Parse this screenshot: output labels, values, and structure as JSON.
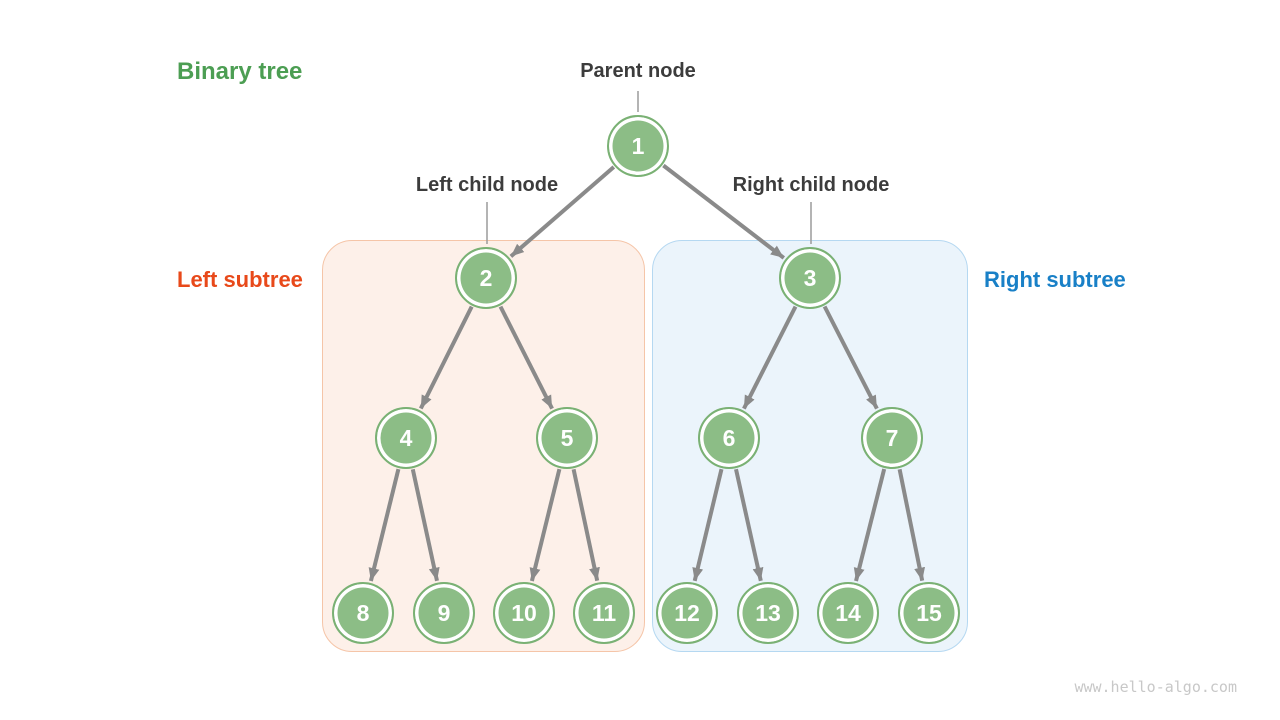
{
  "labels": {
    "title": "Binary tree",
    "parent_node": "Parent node",
    "left_child_node": "Left child node",
    "right_child_node": "Right child node",
    "left_subtree": "Left subtree",
    "right_subtree": "Right subtree"
  },
  "watermark": "www.hello-algo.com",
  "colors": {
    "title_green": "#4c9e53",
    "label_dark": "#3c3c3c",
    "left_subtree_label": "#e8491a",
    "right_subtree_label": "#1980c7",
    "left_box_fill": "#fdf0e9",
    "left_box_border": "#f5c5a8",
    "right_box_fill": "#ebf4fb",
    "right_box_border": "#b5d8f1",
    "node_fill": "#8cbd86",
    "node_border": "#7ab174",
    "node_ring": "#ffffff",
    "edge_gray": "#8a8a8a",
    "watermark_gray": "#c8c8c8"
  },
  "diagram": {
    "type": "binary-tree",
    "nodes": [
      {
        "value": "1"
      },
      {
        "value": "2"
      },
      {
        "value": "3"
      },
      {
        "value": "4"
      },
      {
        "value": "5"
      },
      {
        "value": "6"
      },
      {
        "value": "7"
      },
      {
        "value": "8"
      },
      {
        "value": "9"
      },
      {
        "value": "10"
      },
      {
        "value": "11"
      },
      {
        "value": "12"
      },
      {
        "value": "13"
      },
      {
        "value": "14"
      },
      {
        "value": "15"
      }
    ],
    "edges": [
      [
        1,
        2
      ],
      [
        1,
        3
      ],
      [
        2,
        4
      ],
      [
        2,
        5
      ],
      [
        3,
        6
      ],
      [
        3,
        7
      ],
      [
        4,
        8
      ],
      [
        4,
        9
      ],
      [
        5,
        10
      ],
      [
        5,
        11
      ],
      [
        6,
        12
      ],
      [
        6,
        13
      ],
      [
        7,
        14
      ],
      [
        7,
        15
      ]
    ],
    "left_subtree_nodes": [
      2,
      4,
      5,
      8,
      9,
      10,
      11
    ],
    "right_subtree_nodes": [
      3,
      6,
      7,
      12,
      13,
      14,
      15
    ]
  }
}
